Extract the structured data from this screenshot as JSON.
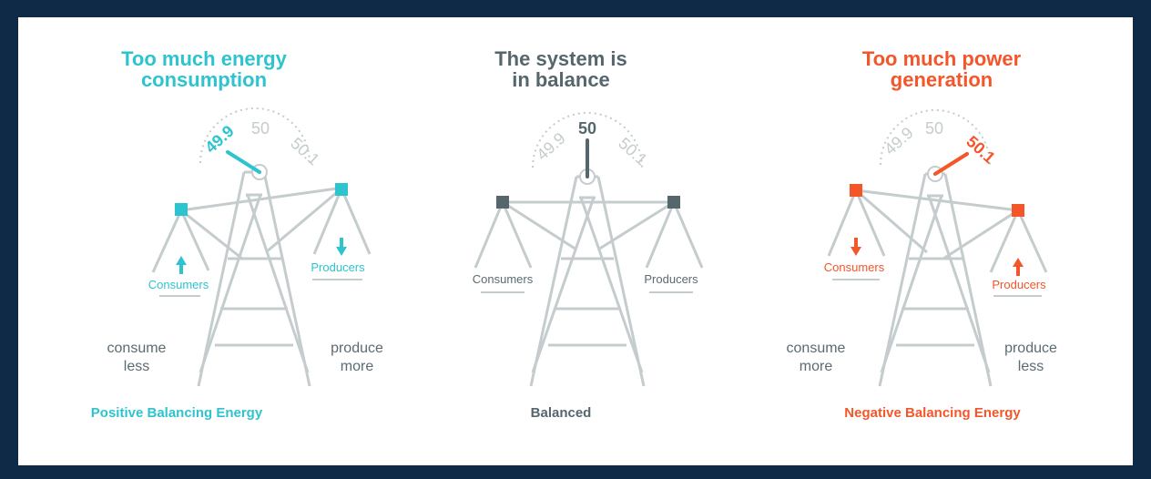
{
  "colors": {
    "background": "#0e2a47",
    "card": "#ffffff",
    "tower": "#c4cccd",
    "neutral_text": "#5a6b72",
    "consumption": "#2ec4cf",
    "balanced": "#55666d",
    "generation": "#f4562a"
  },
  "panels": [
    {
      "title_line1": "Too much energy",
      "title_line2": "consumption",
      "gauge": {
        "left": "49.9",
        "center": "50",
        "right": "50.1",
        "reading": "49.9"
      },
      "consumers_label": "Consumers",
      "producers_label": "Producers",
      "consumers_arrow": "up",
      "producers_arrow": "down",
      "left_text_line1": "consume",
      "left_text_line2": "less",
      "right_text_line1": "produce",
      "right_text_line2": "more",
      "footer": "Positive Balancing Energy"
    },
    {
      "title_line1": "The system is",
      "title_line2": "in balance",
      "gauge": {
        "left": "49.9",
        "center": "50",
        "right": "50.1",
        "reading": "50"
      },
      "consumers_label": "Consumers",
      "producers_label": "Producers",
      "footer": "Balanced"
    },
    {
      "title_line1": "Too much power",
      "title_line2": "generation",
      "gauge": {
        "left": "49.9",
        "center": "50",
        "right": "50.1",
        "reading": "50.1"
      },
      "consumers_label": "Consumers",
      "producers_label": "Producers",
      "consumers_arrow": "down",
      "producers_arrow": "up",
      "left_text_line1": "consume",
      "left_text_line2": "more",
      "right_text_line1": "produce",
      "right_text_line2": "less",
      "footer": "Negative Balancing Energy"
    }
  ]
}
